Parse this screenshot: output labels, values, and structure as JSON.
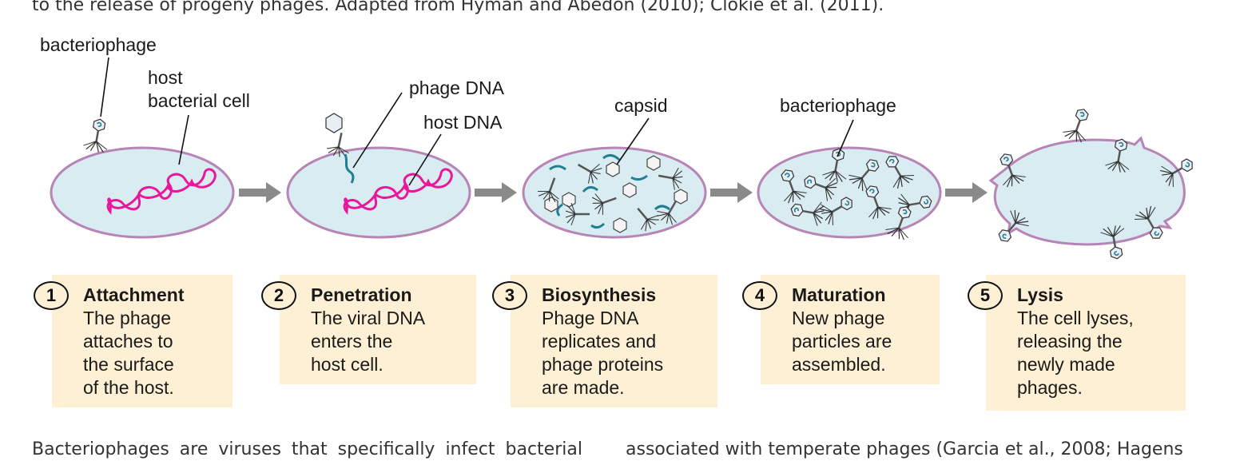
{
  "caption_top": "to the release of progeny phages. Adapted from Hyman and Abedon (2010); Clokie et al. (2011).",
  "labels": {
    "bacteriophage_1": "bacteriophage",
    "host_line1": "host",
    "host_line2": "bacterial cell",
    "phage_dna": "phage DNA",
    "host_dna": "host DNA",
    "capsid": "capsid",
    "bacteriophage_2": "bacteriophage"
  },
  "steps": [
    {
      "number": "1",
      "title": "Attachment",
      "lines": [
        "The phage",
        "attaches to",
        "the surface",
        "of the host."
      ]
    },
    {
      "number": "2",
      "title": "Penetration",
      "lines": [
        "The viral DNA",
        "enters the",
        "host cell."
      ]
    },
    {
      "number": "3",
      "title": "Biosynthesis",
      "lines": [
        "Phage DNA",
        "replicates and",
        "phage proteins",
        "are made."
      ]
    },
    {
      "number": "4",
      "title": "Maturation",
      "lines": [
        "New phage",
        "particles are",
        "assembled."
      ]
    },
    {
      "number": "5",
      "title": "Lysis",
      "lines": [
        "The cell lyses,",
        "releasing the",
        "newly made",
        "phages."
      ]
    }
  ],
  "body_left": "Bacteriophages are viruses that specifically infect bacterial",
  "body_right": "associated with temperate phages (Garcia et al., 2008; Hagens",
  "colors": {
    "cell_fill": "#d9ecf2",
    "cell_stroke": "#b784b5",
    "host_dna": "#e8179b",
    "phage_dna": "#1f7f93",
    "arrow": "#8a8a8a",
    "box": "#fdf0d5"
  }
}
